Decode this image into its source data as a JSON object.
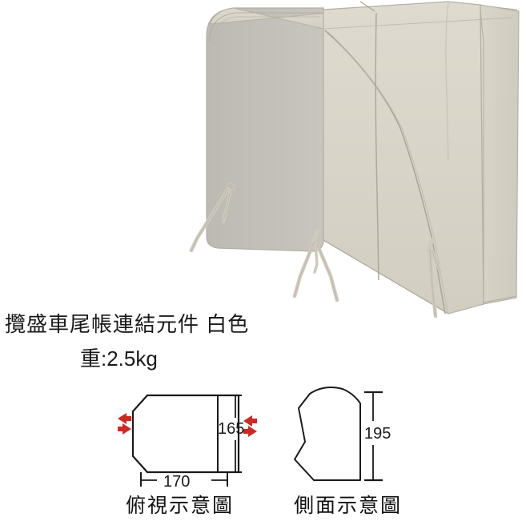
{
  "product": {
    "name": "攬盛車尾帳連結元件  白色",
    "weight": "重:2.5kg"
  },
  "illustration": {
    "alt_name": "tailgate-awning-tent",
    "colors": {
      "front_panel": "#C4C1BA",
      "top_panel": "#DCD8CD",
      "side_panel": "#D8D4C8",
      "right_panel": "#D5D1C5",
      "seam_line": "#AFAA9E",
      "outline": "#B5B0A4",
      "guy_line": "#CFCABD"
    }
  },
  "diagrams": {
    "top_view": {
      "caption": "俯視示意圖",
      "width_label": "170",
      "height_label": "165"
    },
    "side_view": {
      "caption": "側面示意圖",
      "height_label": "195"
    },
    "arrow_color": "#CC2A22",
    "line_color": "#1a1a1a"
  }
}
